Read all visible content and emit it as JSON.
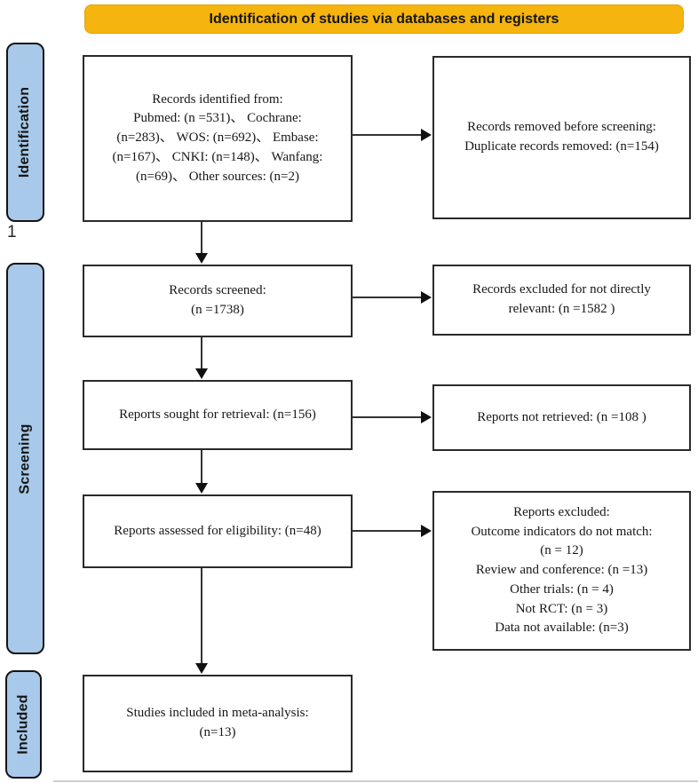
{
  "banner": {
    "title": "Identification of studies via databases and registers"
  },
  "page_number": "1",
  "sidebar": {
    "stages": [
      {
        "label": "Identification"
      },
      {
        "label": "Screening"
      },
      {
        "label": "Included"
      }
    ]
  },
  "boxes": {
    "identified": "Records identified from:\nPubmed: (n =531)、 Cochrane:\n(n=283)、 WOS: (n=692)、 Embase:\n(n=167)、 CNKI: (n=148)、 Wanfang:\n(n=69)、 Other sources: (n=2)",
    "removed": "Records removed before screening:\nDuplicate records removed: (n=154)",
    "screened": "Records screened:\n(n =1738)",
    "excluded_records": "Records excluded for not directly\nrelevant: (n =1582 )",
    "sought": "Reports sought for retrieval: (n=156)",
    "not_retrieved": "Reports not retrieved: (n =108 )",
    "assessed": "Reports assessed for eligibility: (n=48)",
    "excluded_reports": "Reports excluded:\nOutcome indicators do not match:\n(n = 12)\nReview and conference: (n =13)\nOther trials: (n = 4)\nNot RCT: (n = 3)\nData not available: (n=3)",
    "included": "Studies included in meta-analysis:\n(n=13)"
  },
  "colors": {
    "banner_bg": "#F5B40E",
    "stage_bg": "#A8C9E9",
    "box_border": "#2A2A2A",
    "arrow": "#333333"
  }
}
